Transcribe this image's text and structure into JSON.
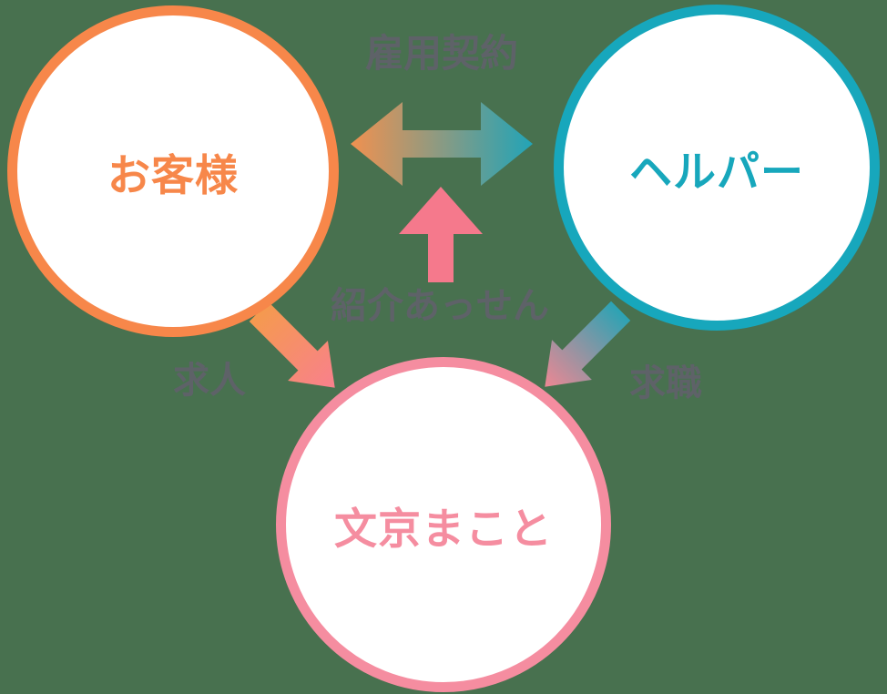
{
  "canvas": {
    "background_color": "#48714F",
    "label_color": "#5E6268"
  },
  "nodes": {
    "customer": {
      "label": "お客様",
      "color": "#F7874A"
    },
    "helper": {
      "label": "ヘルパー",
      "color": "#17A7BC"
    },
    "company": {
      "label": "文京まこと",
      "color": "#F58DA0"
    }
  },
  "relations": {
    "employment": {
      "label": "雇用契約",
      "gradient_start": "#F09150",
      "gradient_end": "#22A4B7"
    },
    "referral": {
      "label": "紹介あっせん",
      "arrow_color": "#F5798C"
    },
    "job_offer": {
      "label": "求人",
      "gradient_start": "#F59A4E",
      "gradient_end": "#F8808D"
    },
    "job_seek": {
      "label": "求職",
      "gradient_start": "#2BA3B4",
      "gradient_end": "#EE8793"
    }
  }
}
